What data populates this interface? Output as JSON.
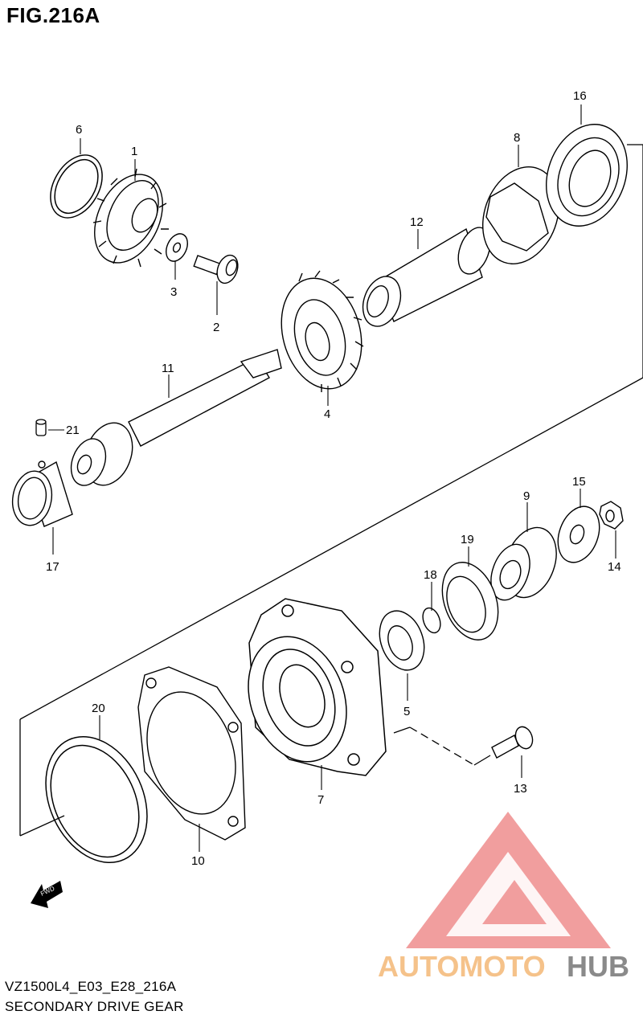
{
  "figure": {
    "title": "FIG.216A"
  },
  "callouts": [
    "1",
    "2",
    "3",
    "4",
    "5",
    "6",
    "7",
    "8",
    "9",
    "10",
    "11",
    "12",
    "13",
    "14",
    "15",
    "16",
    "17",
    "18",
    "19",
    "20",
    "21"
  ],
  "fwd_label": "FWD",
  "watermark": {
    "part1": "AUTOMOTO",
    "part2": "HUB",
    "colors": {
      "auto": "#f5c28a",
      "hub": "#8a8a8a",
      "logo": "#ef8e8e"
    }
  },
  "footer": {
    "code": "VZ1500L4_E03_E28_216A",
    "name": "SECONDARY DRIVE GEAR"
  }
}
